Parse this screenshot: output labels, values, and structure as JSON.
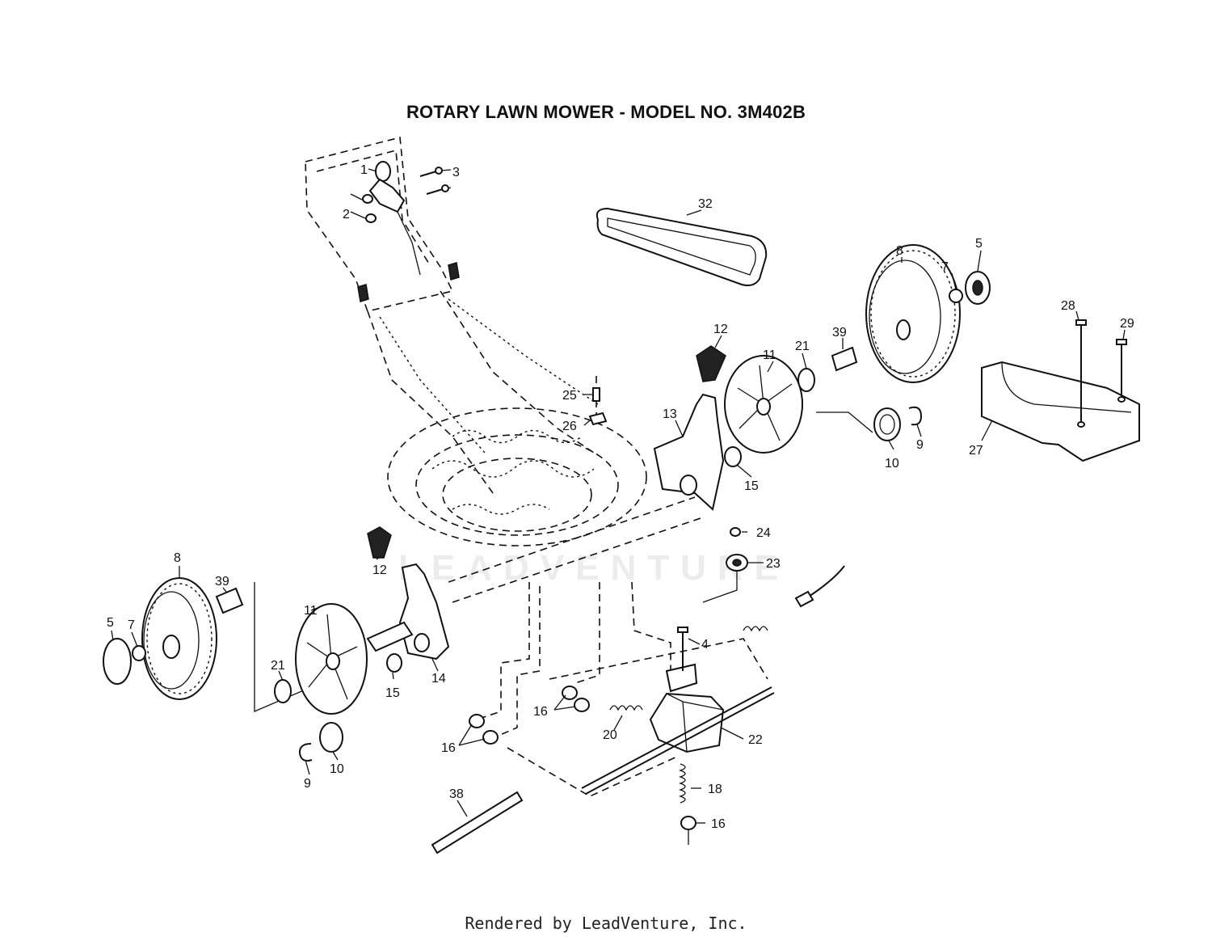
{
  "title": "ROTARY LAWN MOWER - MODEL NO.  3M402B",
  "footer": "Rendered by LeadVenture, Inc.",
  "watermark": "LEADVENTURE",
  "callouts": [
    {
      "id": "c1",
      "text": "1"
    },
    {
      "id": "c2",
      "text": "2"
    },
    {
      "id": "c3",
      "text": "3"
    },
    {
      "id": "c4",
      "text": "4"
    },
    {
      "id": "c5a",
      "text": "5"
    },
    {
      "id": "c5b",
      "text": "5"
    },
    {
      "id": "c7a",
      "text": "7"
    },
    {
      "id": "c7b",
      "text": "7"
    },
    {
      "id": "c8a",
      "text": "8"
    },
    {
      "id": "c8b",
      "text": "8"
    },
    {
      "id": "c9a",
      "text": "9"
    },
    {
      "id": "c9b",
      "text": "9"
    },
    {
      "id": "c10a",
      "text": "10"
    },
    {
      "id": "c10b",
      "text": "10"
    },
    {
      "id": "c11a",
      "text": "11"
    },
    {
      "id": "c11b",
      "text": "11"
    },
    {
      "id": "c12a",
      "text": "12"
    },
    {
      "id": "c12b",
      "text": "12"
    },
    {
      "id": "c13",
      "text": "13"
    },
    {
      "id": "c14",
      "text": "14"
    },
    {
      "id": "c15a",
      "text": "15"
    },
    {
      "id": "c15b",
      "text": "15"
    },
    {
      "id": "c16a",
      "text": "16"
    },
    {
      "id": "c16b",
      "text": "16"
    },
    {
      "id": "c16c",
      "text": "16"
    },
    {
      "id": "c18",
      "text": "18"
    },
    {
      "id": "c20",
      "text": "20"
    },
    {
      "id": "c21a",
      "text": "21"
    },
    {
      "id": "c21b",
      "text": "21"
    },
    {
      "id": "c22",
      "text": "22"
    },
    {
      "id": "c23",
      "text": "23"
    },
    {
      "id": "c24",
      "text": "24"
    },
    {
      "id": "c25",
      "text": "25"
    },
    {
      "id": "c26",
      "text": "26"
    },
    {
      "id": "c27",
      "text": "27"
    },
    {
      "id": "c28",
      "text": "28"
    },
    {
      "id": "c29",
      "text": "29"
    },
    {
      "id": "c32",
      "text": "32"
    },
    {
      "id": "c38",
      "text": "38"
    },
    {
      "id": "c39a",
      "text": "39"
    },
    {
      "id": "c39b",
      "text": "39"
    }
  ]
}
